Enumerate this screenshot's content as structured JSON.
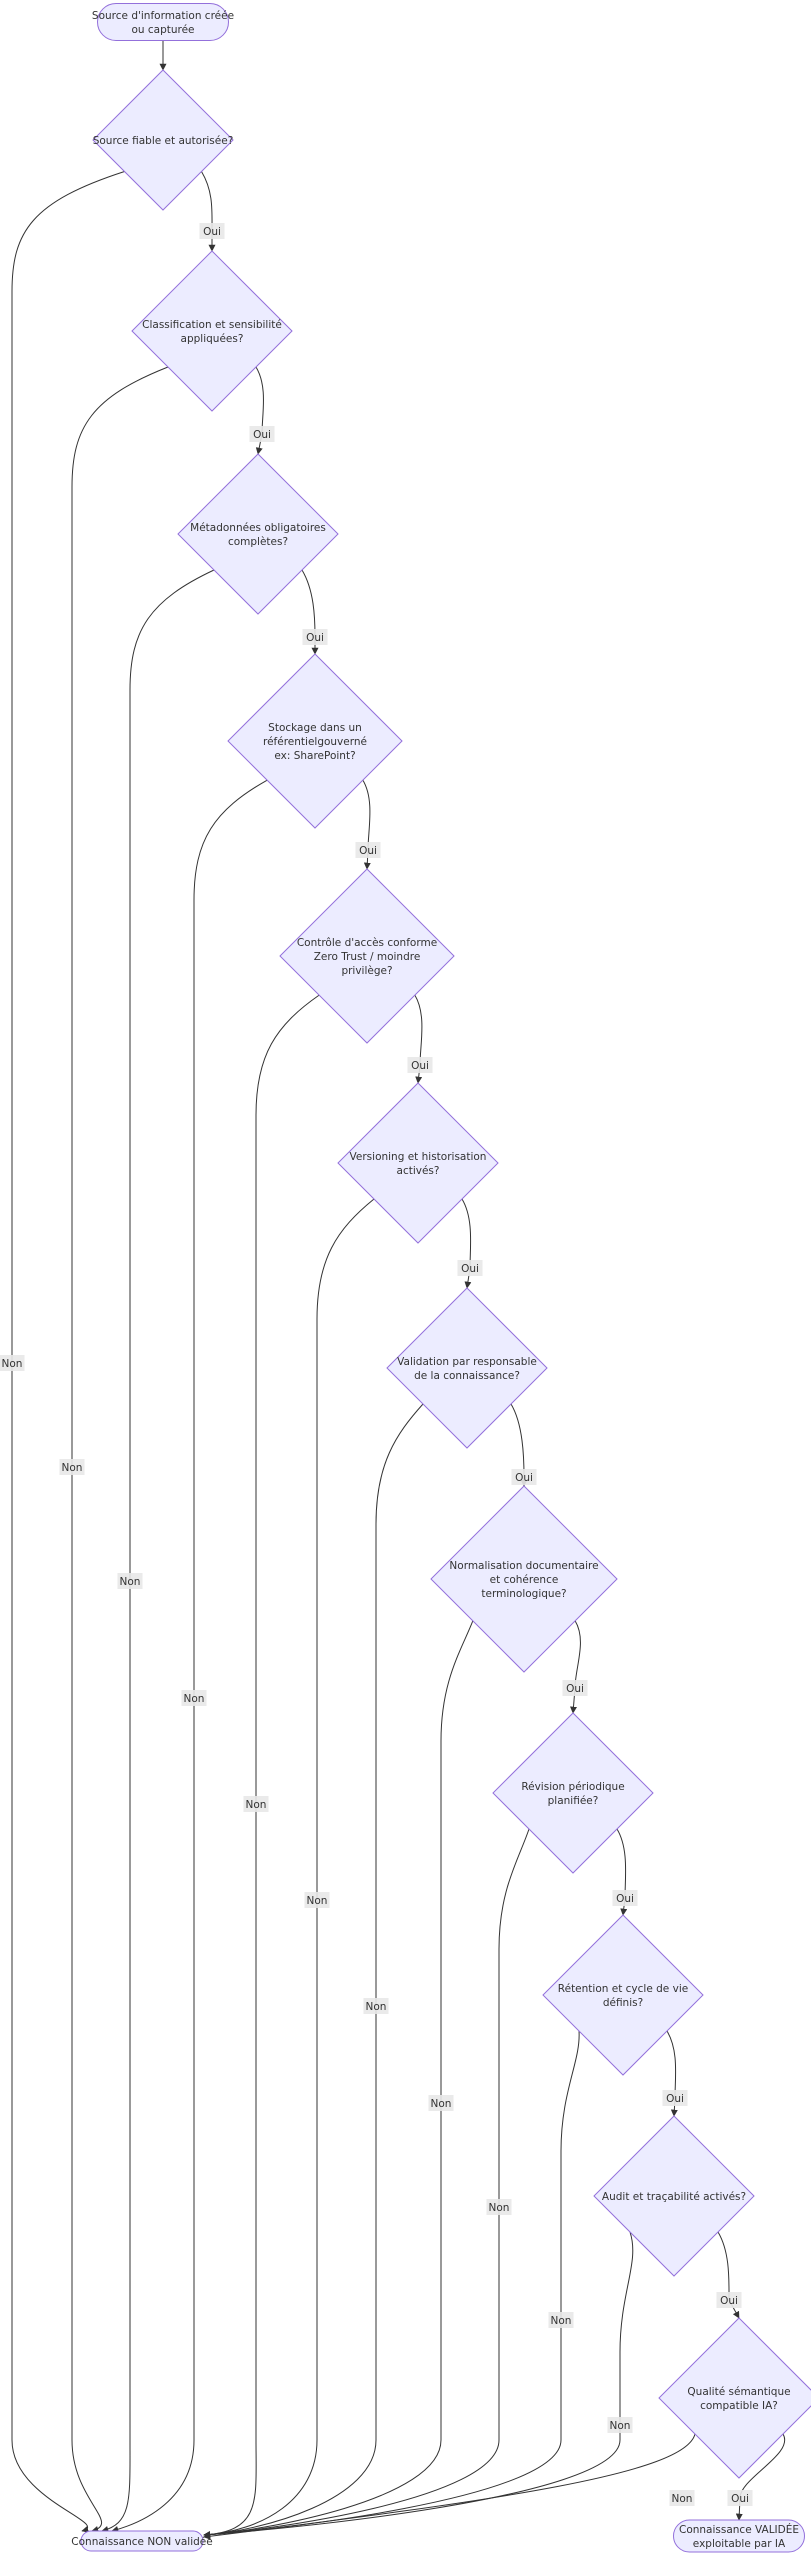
{
  "flowchart": {
    "start": {
      "lines": [
        "Source d'information créée",
        "ou capturée"
      ]
    },
    "decisions": [
      {
        "lines": [
          "Source fiable et autorisée?"
        ]
      },
      {
        "lines": [
          "Classification et sensibilité",
          "appliquées?"
        ]
      },
      {
        "lines": [
          "Métadonnées obligatoires",
          "complètes?"
        ]
      },
      {
        "lines": [
          "Stockage dans un",
          "référentielgouverné",
          "ex: SharePoint?"
        ]
      },
      {
        "lines": [
          "Contrôle d'accès conforme",
          "Zero Trust / moindre",
          "privilège?"
        ]
      },
      {
        "lines": [
          "Versioning et historisation",
          "activés?"
        ]
      },
      {
        "lines": [
          "Validation par responsable",
          "de la connaissance?"
        ]
      },
      {
        "lines": [
          "Normalisation documentaire",
          "et cohérence",
          "terminologique?"
        ]
      },
      {
        "lines": [
          "Révision périodique",
          "planifiée?"
        ]
      },
      {
        "lines": [
          "Rétention et cycle de vie",
          "définis?"
        ]
      },
      {
        "lines": [
          "Audit et traçabilité activés?"
        ]
      },
      {
        "lines": [
          "Qualité sémantique",
          "compatible IA?"
        ]
      }
    ],
    "end_valid": {
      "lines": [
        "Connaissance VALIDÉE",
        "exploitable par IA"
      ]
    },
    "end_invalid": {
      "lines": [
        "Connaissance NON validée"
      ]
    },
    "yes_label": "Oui",
    "no_label": "Non",
    "colors": {
      "node_fill": "#ECECFF",
      "node_stroke": "#9370DB",
      "edge": "#333333",
      "label_bg": "#e8e8e8"
    }
  }
}
